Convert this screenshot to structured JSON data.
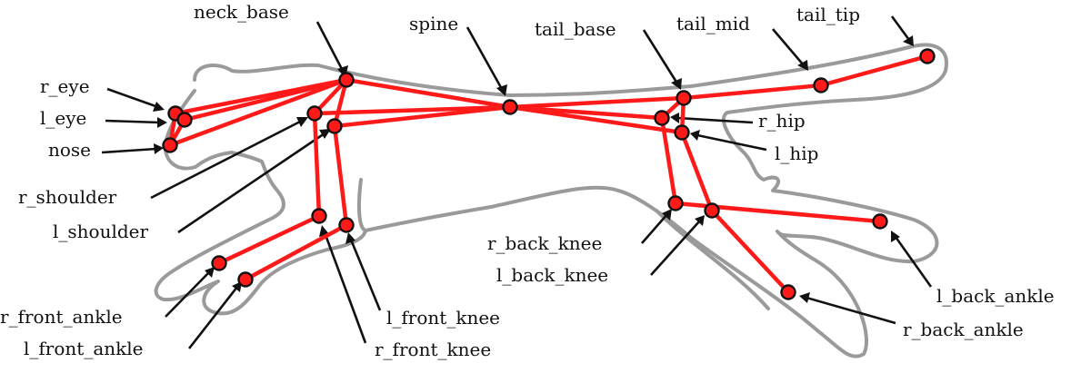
{
  "colors": {
    "skeleton": "#ff1a1a",
    "silhouette": "#9a9a9a",
    "text": "#111111"
  },
  "keypoints": [
    {
      "id": "neck_base",
      "label": "neck_base"
    },
    {
      "id": "spine",
      "label": "spine"
    },
    {
      "id": "tail_base",
      "label": "tail_base"
    },
    {
      "id": "tail_mid",
      "label": "tail_mid"
    },
    {
      "id": "tail_tip",
      "label": "tail_tip"
    },
    {
      "id": "r_eye",
      "label": "r_eye"
    },
    {
      "id": "l_eye",
      "label": "l_eye"
    },
    {
      "id": "nose",
      "label": "nose"
    },
    {
      "id": "r_shoulder",
      "label": "r_shoulder"
    },
    {
      "id": "l_shoulder",
      "label": "l_shoulder"
    },
    {
      "id": "r_hip",
      "label": "r_hip"
    },
    {
      "id": "l_hip",
      "label": "l_hip"
    },
    {
      "id": "r_back_knee",
      "label": "r_back_knee"
    },
    {
      "id": "l_back_knee",
      "label": "l_back_knee"
    },
    {
      "id": "r_front_ankle",
      "label": "r_front_ankle"
    },
    {
      "id": "l_front_ankle",
      "label": "l_front_ankle"
    },
    {
      "id": "l_front_knee",
      "label": "l_front_knee"
    },
    {
      "id": "r_front_knee",
      "label": "r_front_knee"
    },
    {
      "id": "l_back_ankle",
      "label": "l_back_ankle"
    },
    {
      "id": "r_back_ankle",
      "label": "r_back_ankle"
    }
  ],
  "connections": [
    [
      "nose",
      "r_eye"
    ],
    [
      "nose",
      "l_eye"
    ],
    [
      "r_eye",
      "l_eye"
    ],
    [
      "neck_base",
      "r_eye"
    ],
    [
      "neck_base",
      "l_eye"
    ],
    [
      "neck_base",
      "nose"
    ],
    [
      "neck_base",
      "r_shoulder"
    ],
    [
      "neck_base",
      "l_shoulder"
    ],
    [
      "neck_base",
      "spine"
    ],
    [
      "r_shoulder",
      "spine"
    ],
    [
      "l_shoulder",
      "spine"
    ],
    [
      "r_shoulder",
      "r_front_knee"
    ],
    [
      "r_front_knee",
      "r_front_ankle"
    ],
    [
      "l_shoulder",
      "l_front_knee"
    ],
    [
      "l_front_knee",
      "l_front_ankle"
    ],
    [
      "spine",
      "tail_base"
    ],
    [
      "spine",
      "r_hip"
    ],
    [
      "spine",
      "l_hip"
    ],
    [
      "tail_base",
      "tail_mid"
    ],
    [
      "tail_mid",
      "tail_tip"
    ],
    [
      "tail_base",
      "r_hip"
    ],
    [
      "tail_base",
      "l_hip"
    ],
    [
      "r_hip",
      "r_back_knee"
    ],
    [
      "r_back_knee",
      "l_back_ankle"
    ],
    [
      "l_hip",
      "l_back_knee"
    ],
    [
      "l_back_knee",
      "r_back_ankle"
    ]
  ]
}
